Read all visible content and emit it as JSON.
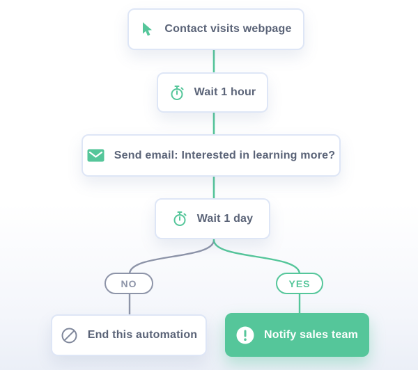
{
  "diagram": {
    "type": "automation-flowchart",
    "colors": {
      "green": "#55c69a",
      "gray_line": "#8d94a8",
      "node_border": "#dee6f6",
      "node_text": "#5a6377",
      "background_bottom": "#ebeff7"
    },
    "nodes": [
      {
        "id": "contact-visits",
        "label": "Contact visits webpage",
        "icon": "cursor-icon"
      },
      {
        "id": "wait-1-hour",
        "label": "Wait 1 hour",
        "icon": "stopwatch-icon"
      },
      {
        "id": "send-email",
        "label": "Send email: Interested in learning more?",
        "icon": "envelope-icon"
      },
      {
        "id": "wait-1-day",
        "label": "Wait 1 day",
        "icon": "stopwatch-icon"
      },
      {
        "id": "end-automation",
        "label": "End this automation",
        "icon": "prohibition-icon"
      },
      {
        "id": "notify-sales",
        "label": "Notify sales team",
        "icon": "exclamation-icon",
        "variant": "filled-green"
      }
    ],
    "branches": {
      "no_label": "NO",
      "yes_label": "YES"
    }
  }
}
